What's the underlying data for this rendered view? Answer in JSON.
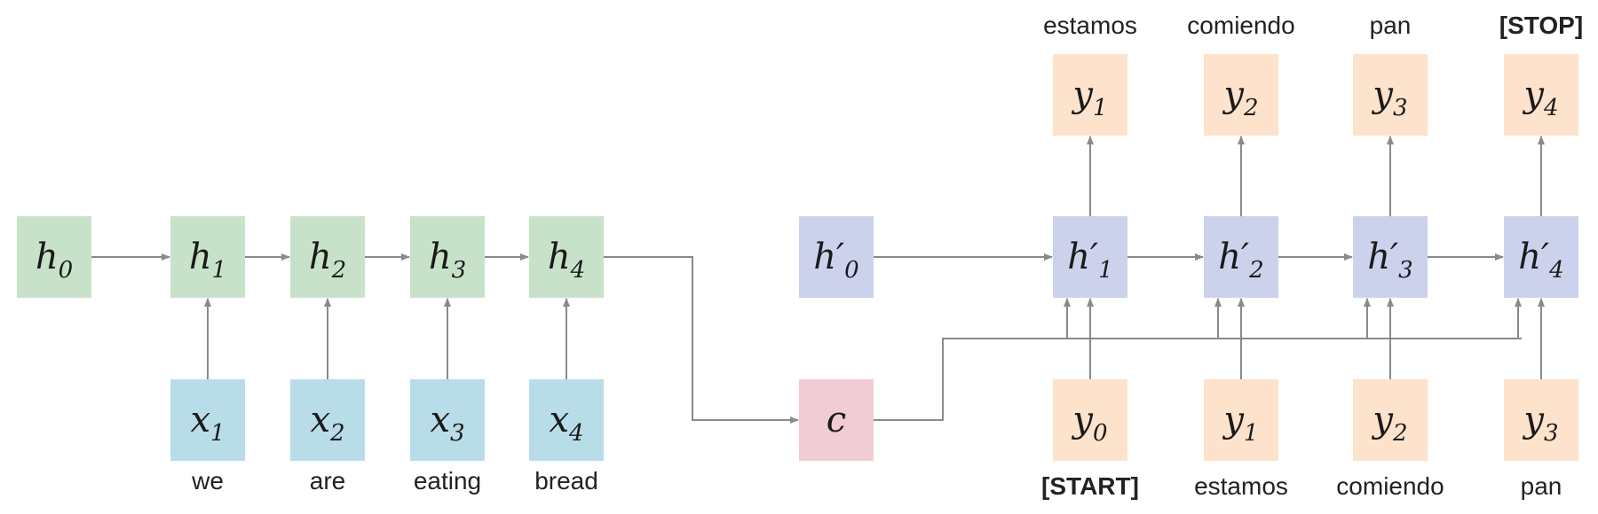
{
  "colors": {
    "encoder_hidden": "#c8e2ca",
    "encoder_input": "#b8dde9",
    "decoder_hidden": "#ccd2ec",
    "decoder_token": "#fde3cb",
    "context": "#f1ccd4",
    "arrow": "#8a8a8a"
  },
  "encoder": {
    "hidden": [
      {
        "sym": "h",
        "prime": "",
        "sub": "0"
      },
      {
        "sym": "h",
        "prime": "",
        "sub": "1"
      },
      {
        "sym": "h",
        "prime": "",
        "sub": "2"
      },
      {
        "sym": "h",
        "prime": "",
        "sub": "3"
      },
      {
        "sym": "h",
        "prime": "",
        "sub": "4"
      }
    ],
    "inputs": [
      {
        "sym": "x",
        "prime": "",
        "sub": "1"
      },
      {
        "sym": "x",
        "prime": "",
        "sub": "2"
      },
      {
        "sym": "x",
        "prime": "",
        "sub": "3"
      },
      {
        "sym": "x",
        "prime": "",
        "sub": "4"
      }
    ],
    "words": [
      "we",
      "are",
      "eating",
      "bread"
    ]
  },
  "context": {
    "sym": "c",
    "prime": "",
    "sub": ""
  },
  "decoder": {
    "hidden": [
      {
        "sym": "h",
        "prime": "′",
        "sub": "0"
      },
      {
        "sym": "h",
        "prime": "′",
        "sub": "1"
      },
      {
        "sym": "h",
        "prime": "′",
        "sub": "2"
      },
      {
        "sym": "h",
        "prime": "′",
        "sub": "3"
      },
      {
        "sym": "h",
        "prime": "′",
        "sub": "4"
      }
    ],
    "outputs": [
      {
        "sym": "y",
        "prime": "",
        "sub": "1"
      },
      {
        "sym": "y",
        "prime": "",
        "sub": "2"
      },
      {
        "sym": "y",
        "prime": "",
        "sub": "3"
      },
      {
        "sym": "y",
        "prime": "",
        "sub": "4"
      }
    ],
    "output_words": [
      "estamos",
      "comiendo",
      "pan",
      "[STOP]"
    ],
    "inputs": [
      {
        "sym": "y",
        "prime": "",
        "sub": "0"
      },
      {
        "sym": "y",
        "prime": "",
        "sub": "1"
      },
      {
        "sym": "y",
        "prime": "",
        "sub": "2"
      },
      {
        "sym": "y",
        "prime": "",
        "sub": "3"
      }
    ],
    "input_words": [
      "[START]",
      "estamos",
      "comiendo",
      "pan"
    ]
  }
}
